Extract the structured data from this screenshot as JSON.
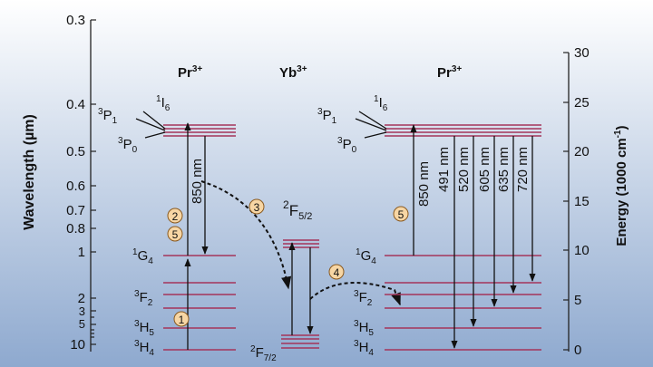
{
  "left_axis": {
    "title": "Wavelength (µm)",
    "ticks": [
      "0.3",
      "0.4",
      "0.5",
      "0.6",
      "0.7",
      "0.8",
      "1",
      "2",
      "3",
      "5",
      "10"
    ]
  },
  "right_axis": {
    "title": "Energy (1000 cm",
    "title_sup": "-1",
    "title_end": ")",
    "ticks": [
      "30",
      "25",
      "20",
      "15",
      "10",
      "5",
      "0"
    ]
  },
  "ions": {
    "left": {
      "name": "Pr",
      "charge": "3+"
    },
    "middle": {
      "name": "Yb",
      "charge": "3+"
    },
    "right": {
      "name": "Pr",
      "charge": "3+"
    }
  },
  "levels": {
    "pr_left": [
      {
        "sup": "1",
        "base": "I",
        "sub": "6"
      },
      {
        "sup": "3",
        "base": "P",
        "sub": "1"
      },
      {
        "sup": "3",
        "base": "P",
        "sub": "0"
      },
      {
        "sup": "1",
        "base": "G",
        "sub": "4"
      },
      {
        "sup": "3",
        "base": "F",
        "sub": "2"
      },
      {
        "sup": "3",
        "base": "H",
        "sub": "5"
      },
      {
        "sup": "3",
        "base": "H",
        "sub": "4"
      }
    ],
    "yb": [
      {
        "sup": "2",
        "base": "F",
        "sub": "5/2"
      },
      {
        "sup": "2",
        "base": "F",
        "sub": "7/2"
      }
    ],
    "pr_right": [
      {
        "sup": "1",
        "base": "I",
        "sub": "6"
      },
      {
        "sup": "3",
        "base": "P",
        "sub": "1"
      },
      {
        "sup": "3",
        "base": "P",
        "sub": "0"
      },
      {
        "sup": "1",
        "base": "G",
        "sub": "4"
      },
      {
        "sup": "3",
        "base": "F",
        "sub": "2"
      },
      {
        "sup": "3",
        "base": "H",
        "sub": "5"
      },
      {
        "sup": "3",
        "base": "H",
        "sub": "4"
      }
    ]
  },
  "transitions": {
    "left_pump": "850 nm",
    "right": [
      "850 nm",
      "491 nm",
      "520 nm",
      "605 nm",
      "635 nm",
      "720 nm"
    ]
  },
  "steps": [
    "1",
    "2",
    "3",
    "4",
    "5"
  ],
  "colors": {
    "background_top": "#ffffff",
    "background_bottom": "#8ea9cf",
    "energy_level": "#a4345a",
    "step_marker": "#f7d6a4"
  }
}
